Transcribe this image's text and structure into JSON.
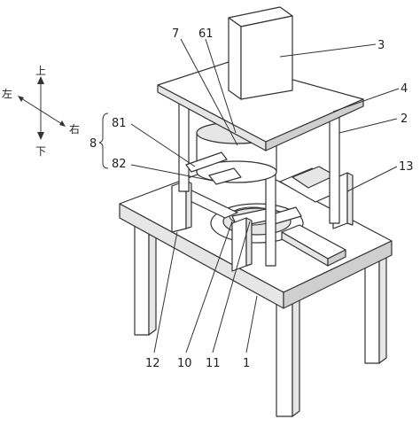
{
  "compass": {
    "up": "上",
    "down": "下",
    "left": "左",
    "right": "右"
  },
  "labels": {
    "l3": "3",
    "l7": "7",
    "l61": "61",
    "l4": "4",
    "l2": "2",
    "l13": "13",
    "l81": "81",
    "l8": "8",
    "l82": "82",
    "l12": "12",
    "l10": "10",
    "l11": "11",
    "l1": "1"
  }
}
